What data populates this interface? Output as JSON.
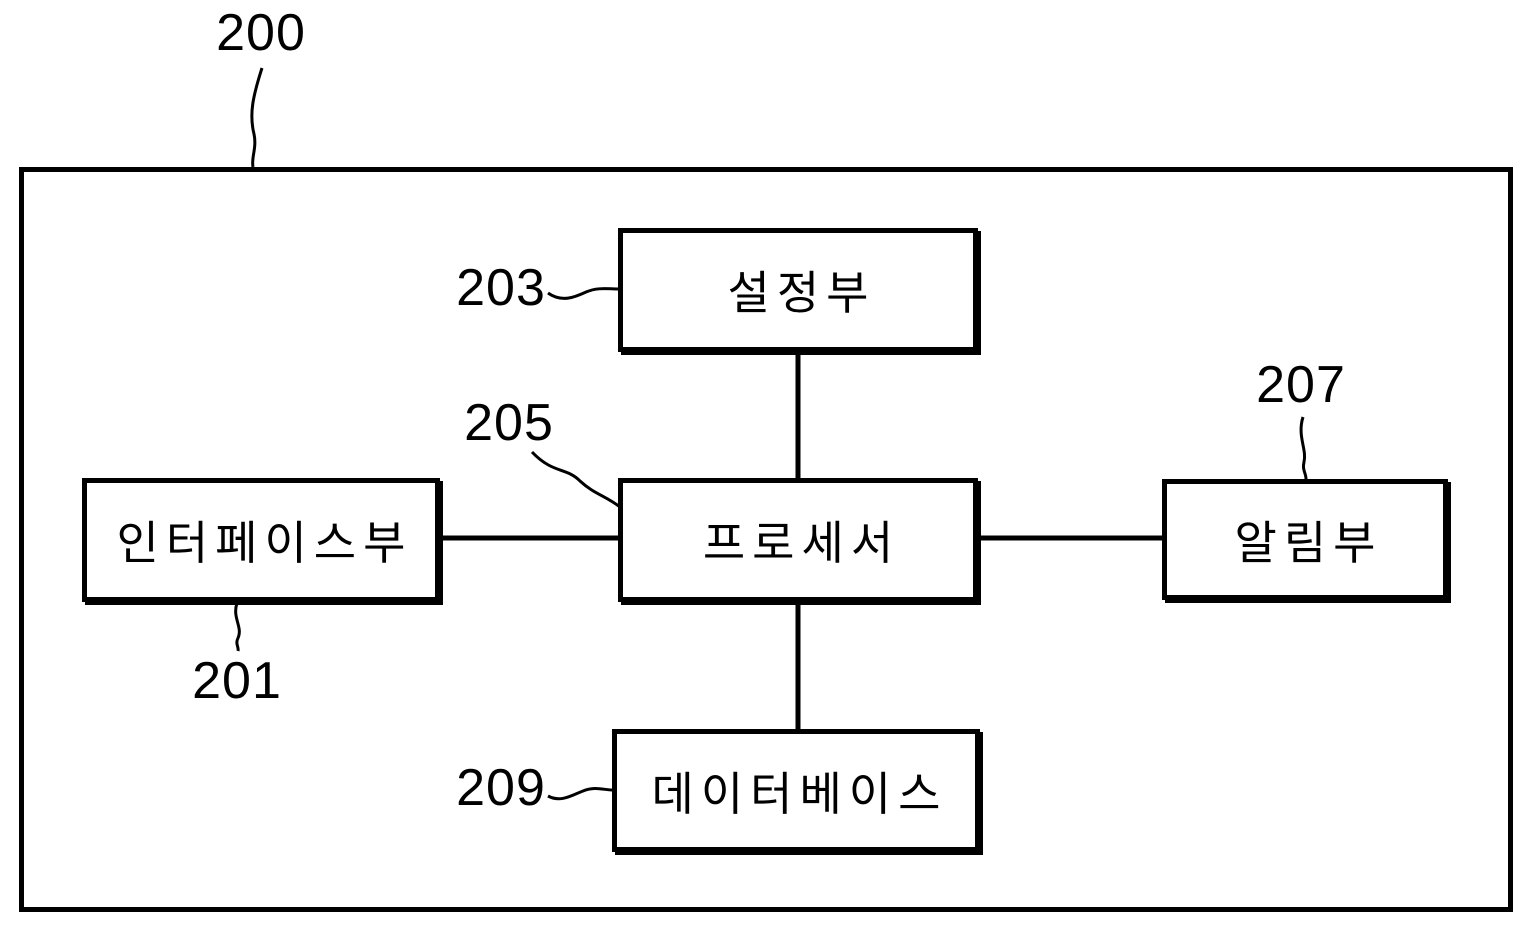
{
  "figure": {
    "outer_ref": "200",
    "colors": {
      "line": "#000000",
      "background": "#ffffff"
    },
    "boxes": {
      "settings": {
        "label": "설정부",
        "ref": "203"
      },
      "processor": {
        "label": "프로세서",
        "ref": "205"
      },
      "interface": {
        "label": "인터페이스부",
        "ref": "201"
      },
      "notification": {
        "label": "알림부",
        "ref": "207"
      },
      "database": {
        "label": "데이터베이스",
        "ref": "209"
      }
    },
    "connections": [
      "settings-processor",
      "processor-database",
      "interface-processor",
      "processor-notification"
    ]
  }
}
